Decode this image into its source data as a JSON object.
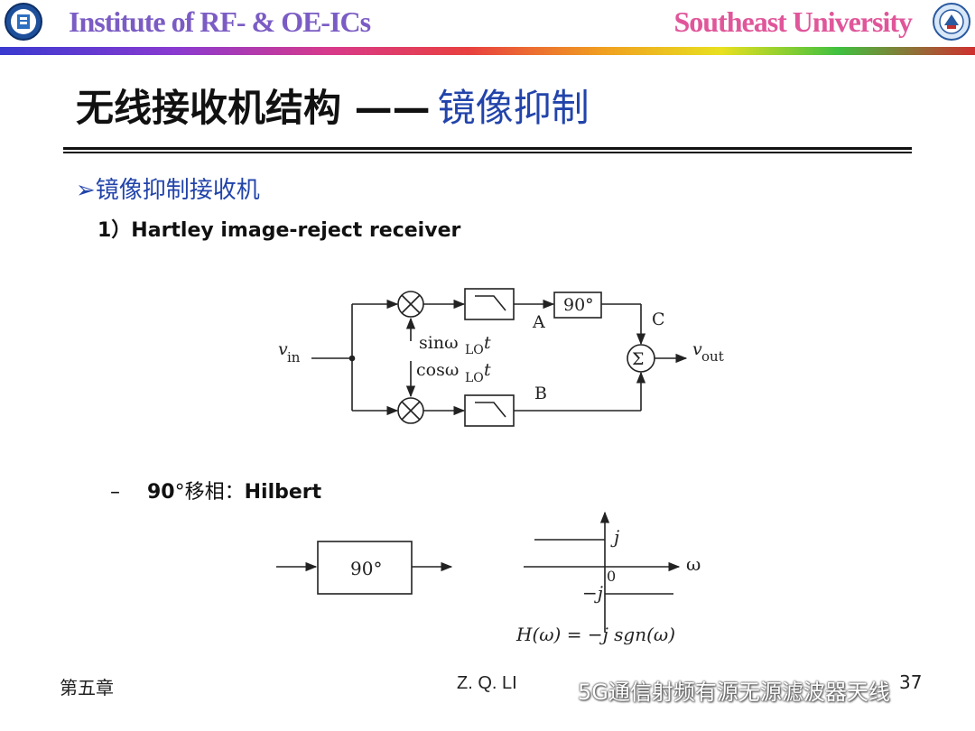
{
  "header": {
    "institute": "Institute of RF- & OE-ICs",
    "university": "Southeast University"
  },
  "title": {
    "main": "无线接收机结构 ——",
    "highlight": "镜像抑制"
  },
  "content": {
    "bullet": "➢镜像抑制接收机",
    "subheading": "1）Hartley image-reject receiver",
    "dash_item": {
      "dash": "–",
      "number": "90",
      "degree_text": "°移相：",
      "term": "Hilbert"
    }
  },
  "diagram_hartley": {
    "input_label": "v",
    "input_sub": "in",
    "output_label": "v",
    "output_sub": "out",
    "lo_sin": "sinω",
    "lo_cos": "cosω",
    "lo_sub": "LO",
    "lo_t": "t",
    "node_a": "A",
    "node_b": "B",
    "node_c": "C",
    "shift_block": "90°",
    "summer": "Σ"
  },
  "diagram_hilbert": {
    "block_label": "90°",
    "j_pos": "j",
    "j_neg": "−j",
    "origin": "0",
    "omega": "ω",
    "formula": "H(ω)  =  −j sgn(ω)"
  },
  "footer": {
    "chapter": "第五章",
    "author": "Z. Q. LI",
    "page": "37",
    "watermark": "5G通信射频有源无源滤波器天线"
  }
}
